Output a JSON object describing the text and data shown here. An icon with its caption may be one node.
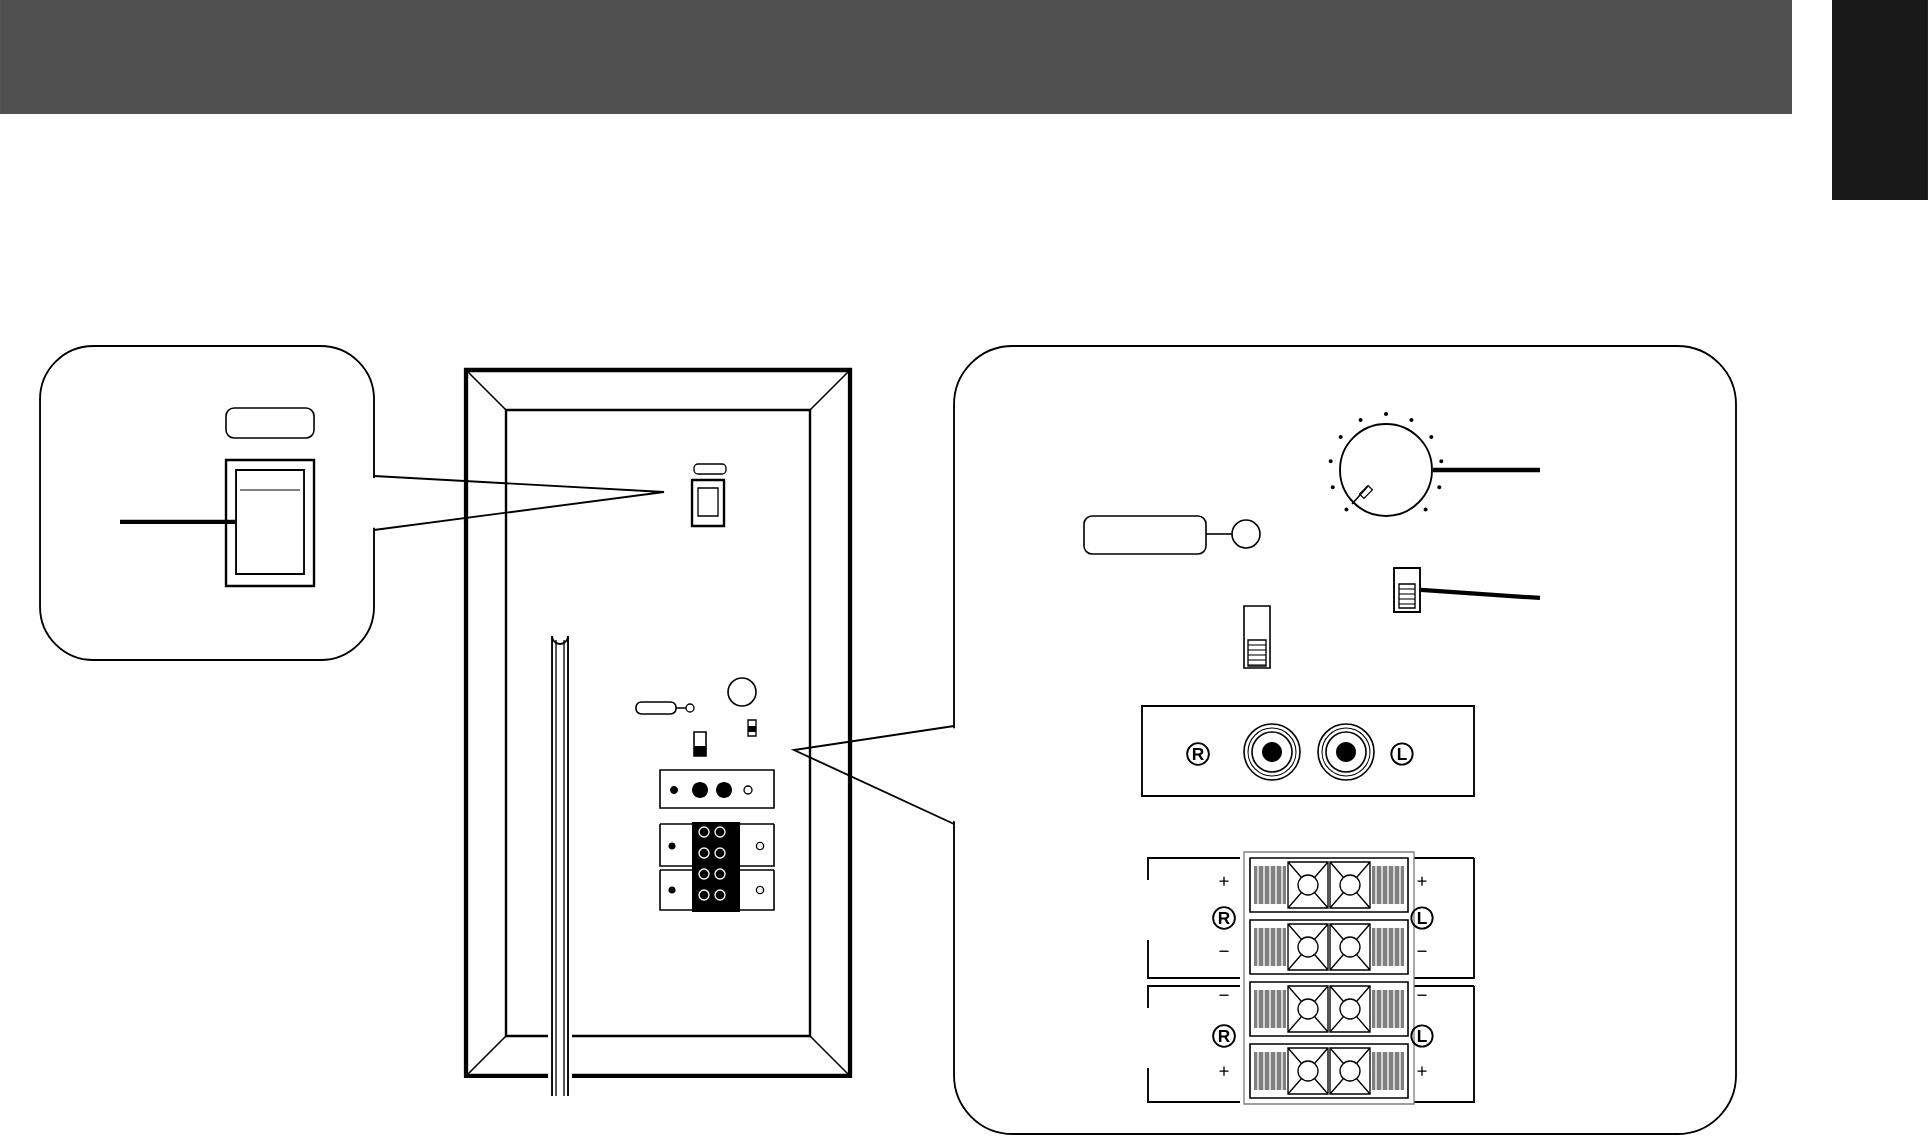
{
  "diagram": {
    "nodes": [
      {
        "text": [],
        "shape": "box"
      },
      {
        "text": [],
        "shape": "circle"
      },
      {
        "text": [],
        "shape": "box"
      }
    ],
    "edges": [
      {
        "from": null,
        "to": 0,
        "arrow": "none"
      },
      {
        "from": null,
        "to": 1,
        "arrow": "none"
      },
      {
        "from": null,
        "to": 2,
        "arrow": "none"
      }
    ],
    "labels": [
      "R",
      "L",
      "+",
      "+",
      "R",
      "L",
      "−",
      "−",
      "−",
      "−",
      "R",
      "L",
      "+",
      "+"
    ]
  }
}
